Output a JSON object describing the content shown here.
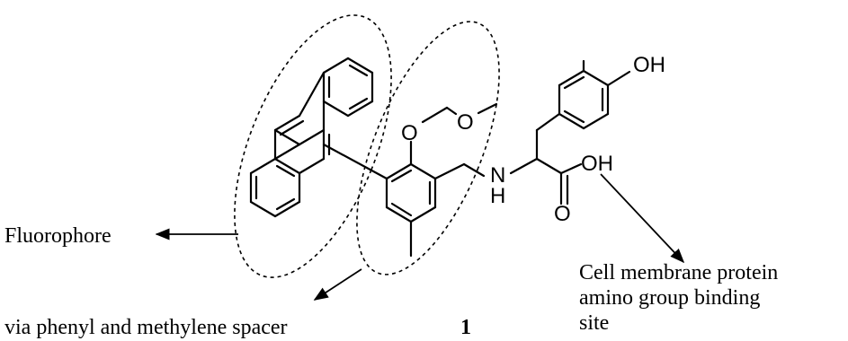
{
  "atoms": {
    "oh_phenol": "OH",
    "o_ether": "O",
    "o_mom": "O",
    "nh_n": "N",
    "nh_h": "H",
    "oh_acid": "OH",
    "o_carbonyl": "O"
  },
  "labels": {
    "fluorophore": "Fluorophore",
    "spacer": "via phenyl and methylene spacer",
    "compound_number": "1",
    "binding_site_line1": "Cell membrane protein",
    "binding_site_line2": "amino group binding",
    "binding_site_line3": "site"
  }
}
